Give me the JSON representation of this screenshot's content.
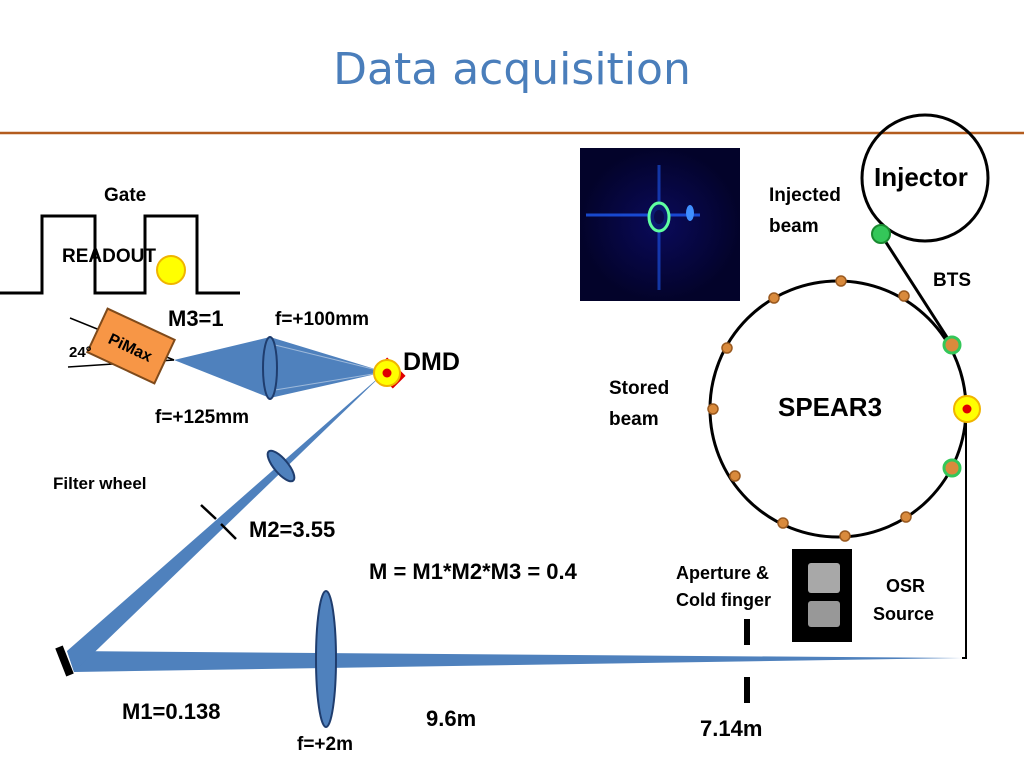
{
  "slide": {
    "title": "Data acquisition"
  },
  "timing": {
    "gate": "Gate",
    "readout": "READOUT"
  },
  "camera": {
    "name": "PiMax",
    "angle": "24°",
    "m3": "M3=1"
  },
  "optics": {
    "lens_100": "f=+100mm",
    "lens_125": "f=+125mm",
    "dmd": "DMD",
    "filter_wheel": "Filter wheel",
    "m2": "M2=3.55",
    "m1": "M1=0.138",
    "lens_2m": "f=+2m",
    "dist_96": "9.6m",
    "dist_714": "7.14m",
    "aperture_line1": "Aperture &",
    "aperture_line2": "Cold finger",
    "magnification": "M = M1*M2*M3 = 0.4"
  },
  "ring": {
    "injector": "Injector",
    "injected_line1": "Injected",
    "injected_line2": "beam",
    "bts": "BTS",
    "stored_line1": "Stored",
    "stored_line2": "beam",
    "name": "SPEAR3",
    "osr_line1": "OSR",
    "osr_line2": "Source"
  },
  "colors": {
    "beam": "#4f81bd",
    "title": "#4a7ebb",
    "divider": "#b35c1e",
    "pimax": "#f79646",
    "yellow": "#ffff00",
    "red": "#e00000",
    "green": "#34c759",
    "orange": "#d98a3c"
  }
}
